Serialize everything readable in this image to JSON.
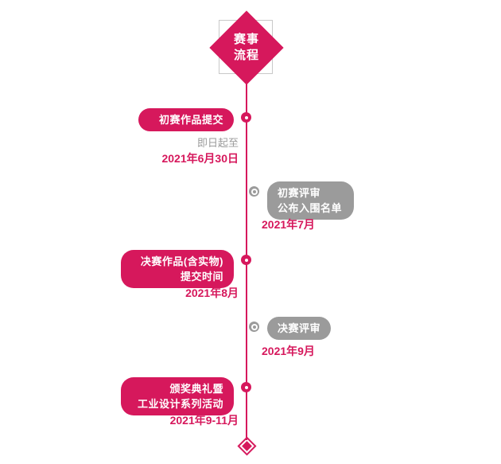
{
  "header": {
    "line1": "赛事",
    "line2": "流程",
    "icon": "diamond-badge"
  },
  "colors": {
    "accent_pink": "#d6185c",
    "neutral_gray": "#9b9b9b",
    "note_gray": "#9b9b9b",
    "background": "#ffffff"
  },
  "milestones": [
    {
      "id": "preliminary-submission",
      "side": "left",
      "pill_style": "pink",
      "pill_lines": [
        "初赛作品提交"
      ],
      "note": "即日起至",
      "date": "2021年6月30日"
    },
    {
      "id": "preliminary-review",
      "side": "right",
      "pill_style": "gray",
      "pill_lines": [
        "初赛评审",
        "公布入围名单"
      ],
      "note": "",
      "date": "2021年7月"
    },
    {
      "id": "final-submission",
      "side": "left",
      "pill_style": "pink",
      "pill_lines": [
        "决赛作品(含实物)",
        "提交时间"
      ],
      "note": "",
      "date": "2021年8月"
    },
    {
      "id": "final-review",
      "side": "right",
      "pill_style": "gray",
      "pill_lines": [
        "决赛评审"
      ],
      "note": "",
      "date": "2021年9月"
    },
    {
      "id": "award-ceremony",
      "side": "left",
      "pill_style": "pink",
      "pill_lines": [
        "颁奖典礼暨",
        "工业设计系列活动"
      ],
      "note": "",
      "date": "2021年9-11月"
    }
  ],
  "end_marker": {
    "icon": "diamond-end-marker"
  }
}
